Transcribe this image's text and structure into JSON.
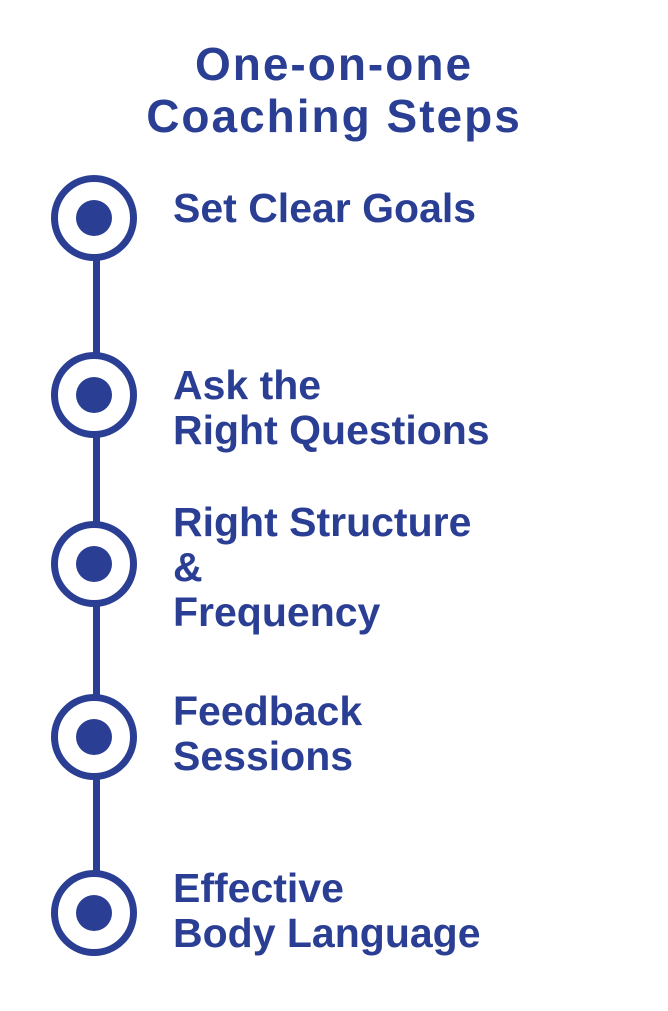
{
  "title": {
    "line1": "One-on-one",
    "line2": "Coaching Steps"
  },
  "steps": [
    {
      "id": "set-clear-goals",
      "lines": [
        "Set Clear Goals"
      ]
    },
    {
      "id": "ask-the-right-questions",
      "lines": [
        "Ask the",
        "Right Questions"
      ]
    },
    {
      "id": "right-structure-frequency",
      "lines": [
        "Right Structure",
        "&",
        "Frequency"
      ]
    },
    {
      "id": "feedback-sessions",
      "lines": [
        "Feedback",
        "Sessions"
      ]
    },
    {
      "id": "effective-body-language",
      "lines": [
        "Effective",
        "Body Language"
      ]
    }
  ],
  "icons": {
    "step_marker": "bullseye-icon"
  },
  "colors": {
    "accent": "#2A3E94",
    "background": "#FFFFFF"
  }
}
